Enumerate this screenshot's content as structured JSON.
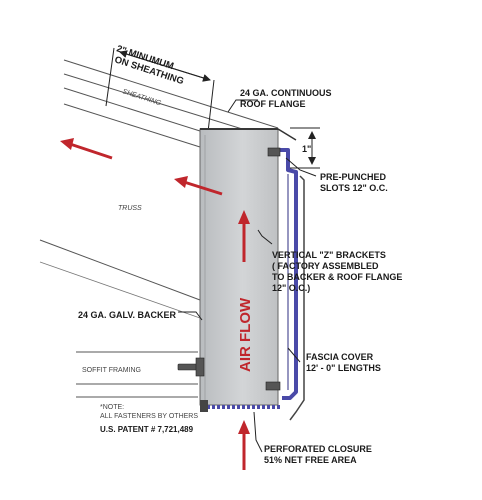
{
  "labels": {
    "min_on_sheathing_1": "2\" MINUMUM",
    "min_on_sheathing_2": "ON SHEATHING",
    "sheathing": "SHEATHING",
    "roof_flange_1": "24 GA. CONTINUOUS",
    "roof_flange_2": "ROOF FLANGE",
    "one_inch": "1\"",
    "slots_1": "PRE-PUNCHED",
    "slots_2": "SLOTS 12\" O.C.",
    "truss": "TRUSS",
    "z_brackets_1": "VERTICAL \"Z\" BRACKETS",
    "z_brackets_2": "( FACTORY ASSEMBLED",
    "z_brackets_3": "TO BACKER & ROOF FLANGE",
    "z_brackets_4": "12\" O.C.)",
    "backer": "24 GA. GALV. BACKER",
    "air_flow": "AIR FLOW",
    "soffit_framing": "SOFFIT FRAMING",
    "fascia_1": "FASCIA COVER",
    "fascia_2": "12' - 0\" LENGTHS",
    "note_1": "*NOTE:",
    "note_2": "ALL FASTENERS BY OTHERS",
    "patent": "U.S. PATENT # 7,721,489",
    "closure_1": "PERFORATED CLOSURE",
    "closure_2": "51% NET FREE AREA"
  },
  "colors": {
    "flow_arrow": "#c0262c",
    "bracket": "#4a4aa8",
    "panel": "#c9cbcd",
    "line": "#333333"
  }
}
